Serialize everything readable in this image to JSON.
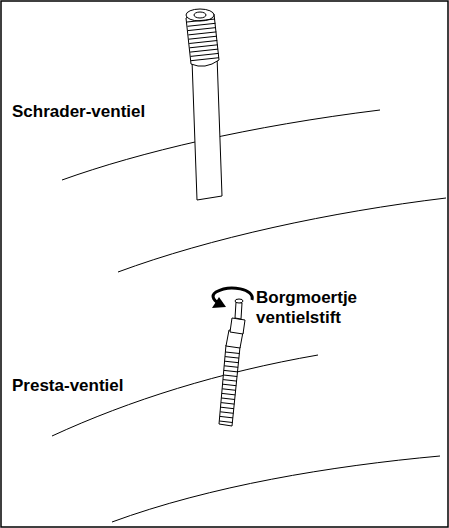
{
  "diagram": {
    "labels": [
      "Schrader-ventiel",
      "Borgmoertje ventielstift",
      "Presta-ventiel"
    ]
  }
}
